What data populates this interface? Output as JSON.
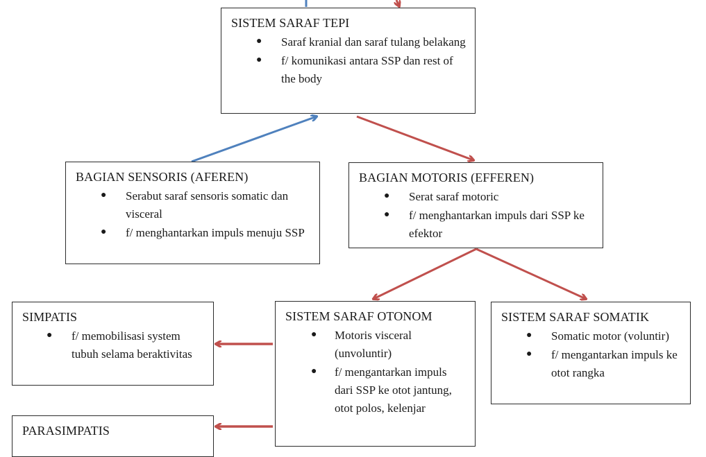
{
  "colors": {
    "blue_arrow": "#4f81bd",
    "red_arrow": "#c0504d",
    "border": "#2b2b2b"
  },
  "boxes": {
    "tepi": {
      "title": "SISTEM SARAF TEPI",
      "items": [
        "Saraf kranial dan saraf tulang belakang",
        "f/ komunikasi antara SSP dan rest of the body"
      ]
    },
    "sensoris": {
      "title": "BAGIAN SENSORIS (AFEREN)",
      "items": [
        "Serabut saraf sensoris somatic dan visceral",
        "f/ menghantarkan impuls menuju SSP"
      ]
    },
    "motoris": {
      "title": "BAGIAN MOTORIS (EFFEREN)",
      "items": [
        "Serat saraf motoric",
        "f/ menghantarkan impuls dari SSP ke efektor"
      ]
    },
    "simpatis": {
      "title": "SIMPATIS",
      "items": [
        "f/ memobilisasi system tubuh selama beraktivitas"
      ]
    },
    "otonom": {
      "title": "SISTEM SARAF OTONOM",
      "items": [
        "Motoris visceral (unvoluntir)",
        "f/ mengantarkan impuls dari SSP ke otot jantung, otot polos, kelenjar"
      ]
    },
    "somatik": {
      "title": "SISTEM SARAF SOMATIK",
      "items": [
        "Somatic motor (voluntir)",
        "f/ mengantarkan impuls ke otot rangka"
      ]
    },
    "parasimpatis": {
      "title": "PARASIMPATIS"
    }
  },
  "bullet_glyph": "●"
}
